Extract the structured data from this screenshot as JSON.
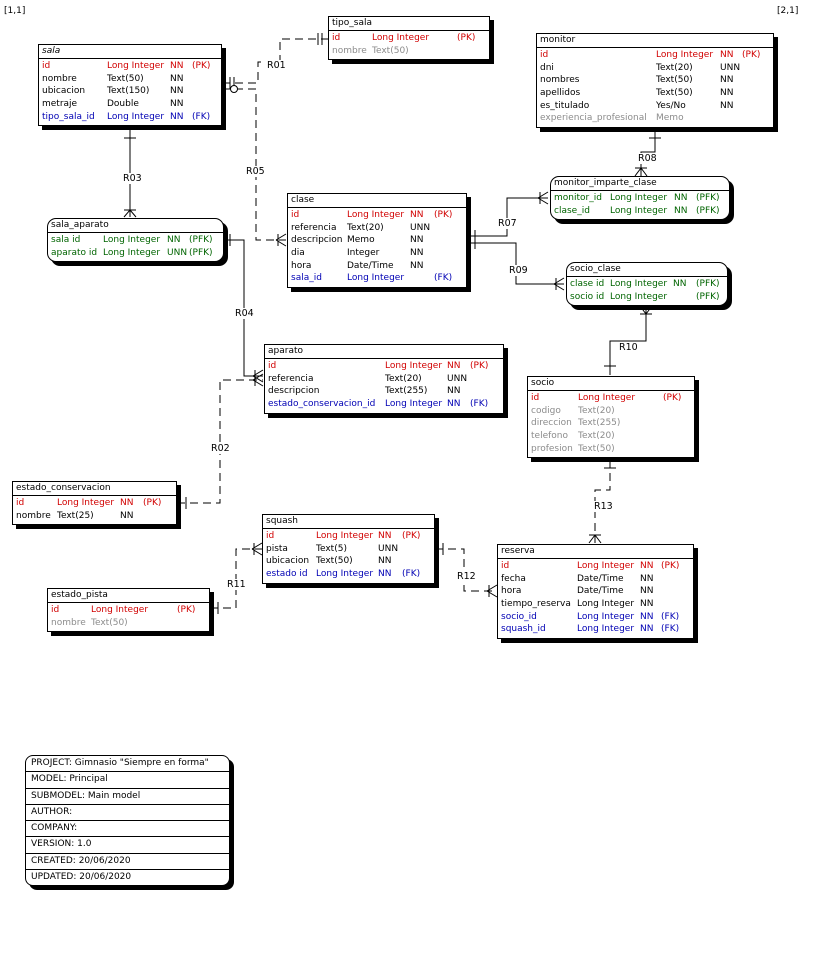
{
  "page_labels": {
    "left": "[1,1]",
    "right": "[2,1]"
  },
  "entities": {
    "sala": {
      "title": "sala",
      "rows": [
        [
          "id",
          "Long Integer",
          "NN",
          "(PK)"
        ],
        [
          "nombre",
          "Text(50)",
          "NN",
          ""
        ],
        [
          "ubicacion",
          "Text(150)",
          "NN",
          ""
        ],
        [
          "metraje",
          "Double",
          "NN",
          ""
        ],
        [
          "tipo_sala_id",
          "Long Integer",
          "NN",
          "(FK)"
        ]
      ]
    },
    "tipo_sala": {
      "title": "tipo_sala",
      "rows": [
        [
          "id",
          "Long Integer",
          "",
          "(PK)"
        ],
        [
          "nombre",
          "Text(50)",
          "",
          ""
        ]
      ]
    },
    "monitor": {
      "title": "monitor",
      "rows": [
        [
          "id",
          "Long Integer",
          "NN",
          "(PK)"
        ],
        [
          "dni",
          "Text(20)",
          "UNN",
          ""
        ],
        [
          "nombres",
          "Text(50)",
          "NN",
          ""
        ],
        [
          "apellidos",
          "Text(50)",
          "NN",
          ""
        ],
        [
          "es_titulado",
          "Yes/No",
          "NN",
          ""
        ],
        [
          "experiencia_profesional",
          "Memo",
          "",
          ""
        ]
      ]
    },
    "monitor_imparte_clase": {
      "title": "monitor_imparte_clase",
      "rows": [
        [
          "monitor_id",
          "Long Integer",
          "NN",
          "(PFK)"
        ],
        [
          "clase_id",
          "Long Integer",
          "NN",
          "(PFK)"
        ]
      ]
    },
    "sala_aparato": {
      "title": "sala_aparato",
      "rows": [
        [
          "sala id",
          "Long Integer",
          "NN",
          "(PFK)"
        ],
        [
          "aparato id",
          "Long Integer",
          "UNN",
          "(PFK)"
        ]
      ]
    },
    "clase": {
      "title": "clase",
      "rows": [
        [
          "id",
          "Long Integer",
          "NN",
          "(PK)"
        ],
        [
          "referencia",
          "Text(20)",
          "UNN",
          ""
        ],
        [
          "descripcion",
          "Memo",
          "NN",
          ""
        ],
        [
          "dia",
          "Integer",
          "NN",
          ""
        ],
        [
          "hora",
          "Date/Time",
          "NN",
          ""
        ],
        [
          "sala_id",
          "Long Integer",
          "",
          "(FK)"
        ]
      ]
    },
    "socio_clase": {
      "title": "socio_clase",
      "rows": [
        [
          "clase id",
          "Long Integer",
          "NN",
          "(PFK)"
        ],
        [
          "socio id",
          "Long Integer",
          "",
          "(PFK)"
        ]
      ]
    },
    "aparato": {
      "title": "aparato",
      "rows": [
        [
          "id",
          "Long Integer",
          "NN",
          "(PK)"
        ],
        [
          "referencia",
          "Text(20)",
          "UNN",
          ""
        ],
        [
          "descripcion",
          "Text(255)",
          "NN",
          ""
        ],
        [
          "estado_conservacion_id",
          "Long Integer",
          "NN",
          "(FK)"
        ]
      ]
    },
    "socio": {
      "title": "socio",
      "rows": [
        [
          "id",
          "Long Integer",
          "",
          "(PK)"
        ],
        [
          "codigo",
          "Text(20)",
          "",
          ""
        ],
        [
          "direccion",
          "Text(255)",
          "",
          ""
        ],
        [
          "telefono",
          "Text(20)",
          "",
          ""
        ],
        [
          "profesion",
          "Text(50)",
          "",
          ""
        ]
      ]
    },
    "estado_conservacion": {
      "title": "estado_conservacion",
      "rows": [
        [
          "id",
          "Long Integer",
          "NN",
          "(PK)"
        ],
        [
          "nombre",
          "Text(25)",
          "NN",
          ""
        ]
      ]
    },
    "squash": {
      "title": "squash",
      "rows": [
        [
          "id",
          "Long Integer",
          "NN",
          "(PK)"
        ],
        [
          "pista",
          "Text(5)",
          "UNN",
          ""
        ],
        [
          "ubicacion",
          "Text(50)",
          "NN",
          ""
        ],
        [
          "estado id",
          "Long Integer",
          "NN",
          "(FK)"
        ]
      ]
    },
    "estado_pista": {
      "title": "estado_pista",
      "rows": [
        [
          "id",
          "Long Integer",
          "",
          "(PK)"
        ],
        [
          "nombre",
          "Text(50)",
          "",
          ""
        ]
      ]
    },
    "reserva": {
      "title": "reserva",
      "rows": [
        [
          "id",
          "Long Integer",
          "NN",
          "(PK)"
        ],
        [
          "fecha",
          "Date/Time",
          "NN",
          ""
        ],
        [
          "hora",
          "Date/Time",
          "NN",
          ""
        ],
        [
          "tiempo_reserva",
          "Long Integer",
          "NN",
          ""
        ],
        [
          "socio_id",
          "Long Integer",
          "NN",
          "(FK)"
        ],
        [
          "squash_id",
          "Long Integer",
          "NN",
          "(FK)"
        ]
      ]
    }
  },
  "relationships": {
    "R01": "R01",
    "R02": "R02",
    "R03": "R03",
    "R04": "R04",
    "R05": "R05",
    "R07": "R07",
    "R08": "R08",
    "R09": "R09",
    "R10": "R10",
    "R11": "R11",
    "R12": "R12",
    "R13": "R13"
  },
  "project_info": {
    "project": "PROJECT: Gimnasio \"Siempre en forma\"",
    "model": "MODEL: Principal",
    "submodel": "SUBMODEL: Main model",
    "author": "AUTHOR:",
    "company": "COMPANY:",
    "version": "VERSION: 1.0",
    "created": "CREATED: 20/06/2020",
    "updated": "UPDATED: 20/06/2020"
  },
  "colors": {
    "pk": "#d10000",
    "fk": "#0000b4",
    "pfk": "#006400",
    "optional": "#8c8c8c"
  }
}
